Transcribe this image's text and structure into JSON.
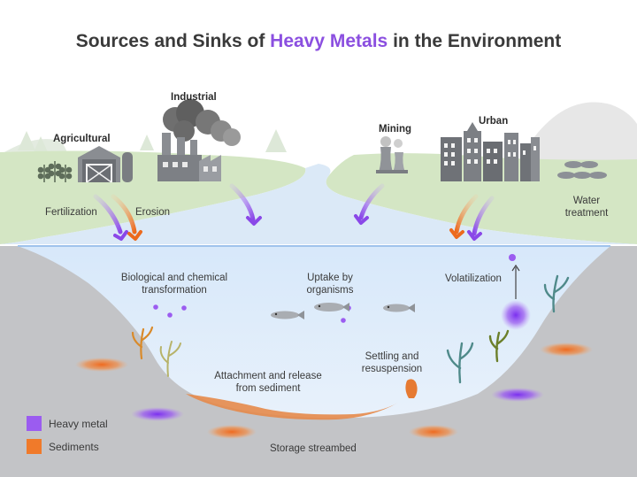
{
  "title": {
    "pre": "Sources and Sinks of ",
    "highlight": "Heavy Metals",
    "post": " in the Environment"
  },
  "sources": {
    "agricultural": "Agricultural",
    "industrial": "Industrial",
    "mining": "Mining",
    "urban": "Urban"
  },
  "processes": {
    "fertilization": "Fertilization",
    "erosion": "Erosion",
    "water_treatment_1": "Water",
    "water_treatment_2": "treatment",
    "bio_chem_1": "Biological and chemical",
    "bio_chem_2": "transformation",
    "uptake_1": "Uptake by",
    "uptake_2": "organisms",
    "volatilization": "Volatilization",
    "settling_1": "Settling and",
    "settling_2": "resuspension",
    "attachment_1": "Attachment and release",
    "attachment_2": "from sediment",
    "storage": "Storage streambed"
  },
  "legend": [
    {
      "label": "Heavy metal",
      "color": "#9b5cf0"
    },
    {
      "label": "Sediments",
      "color": "#f07a2a"
    }
  ]
}
